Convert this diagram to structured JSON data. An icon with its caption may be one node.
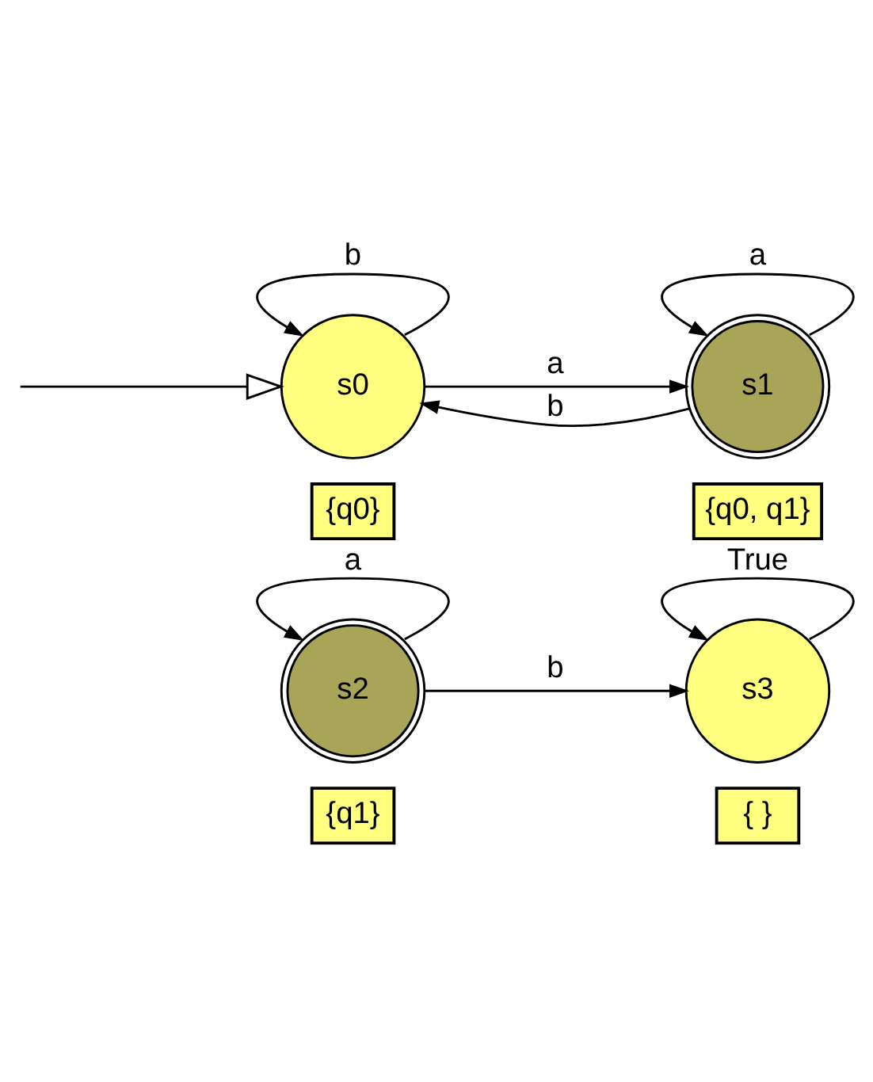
{
  "diagram": {
    "nodes": [
      {
        "text": [
          "s0"
        ]
      },
      {
        "text": [
          "{q0}"
        ]
      },
      {
        "text": [
          "s1"
        ]
      },
      {
        "text": [
          "{q0, q1}"
        ]
      },
      {
        "text": [
          "s2"
        ]
      },
      {
        "text": [
          "{q1}"
        ]
      },
      {
        "text": [
          "s3"
        ]
      },
      {
        "text": [
          "{ }"
        ]
      }
    ],
    "edges": [
      {
        "from": null,
        "to": 0,
        "arrow": "to"
      },
      {
        "from": 0,
        "to": 0,
        "arrow": "to",
        "label": "b"
      },
      {
        "from": 0,
        "to": 2,
        "arrow": "to",
        "label": "a"
      },
      {
        "from": 2,
        "to": 0,
        "arrow": "to",
        "label": "b"
      },
      {
        "from": 2,
        "to": 2,
        "arrow": "to",
        "label": "a"
      },
      {
        "from": 4,
        "to": 4,
        "arrow": "to",
        "label": "a"
      },
      {
        "from": 4,
        "to": 6,
        "arrow": "to",
        "label": "b"
      },
      {
        "from": 6,
        "to": 6,
        "arrow": "to",
        "label": "True"
      }
    ]
  }
}
